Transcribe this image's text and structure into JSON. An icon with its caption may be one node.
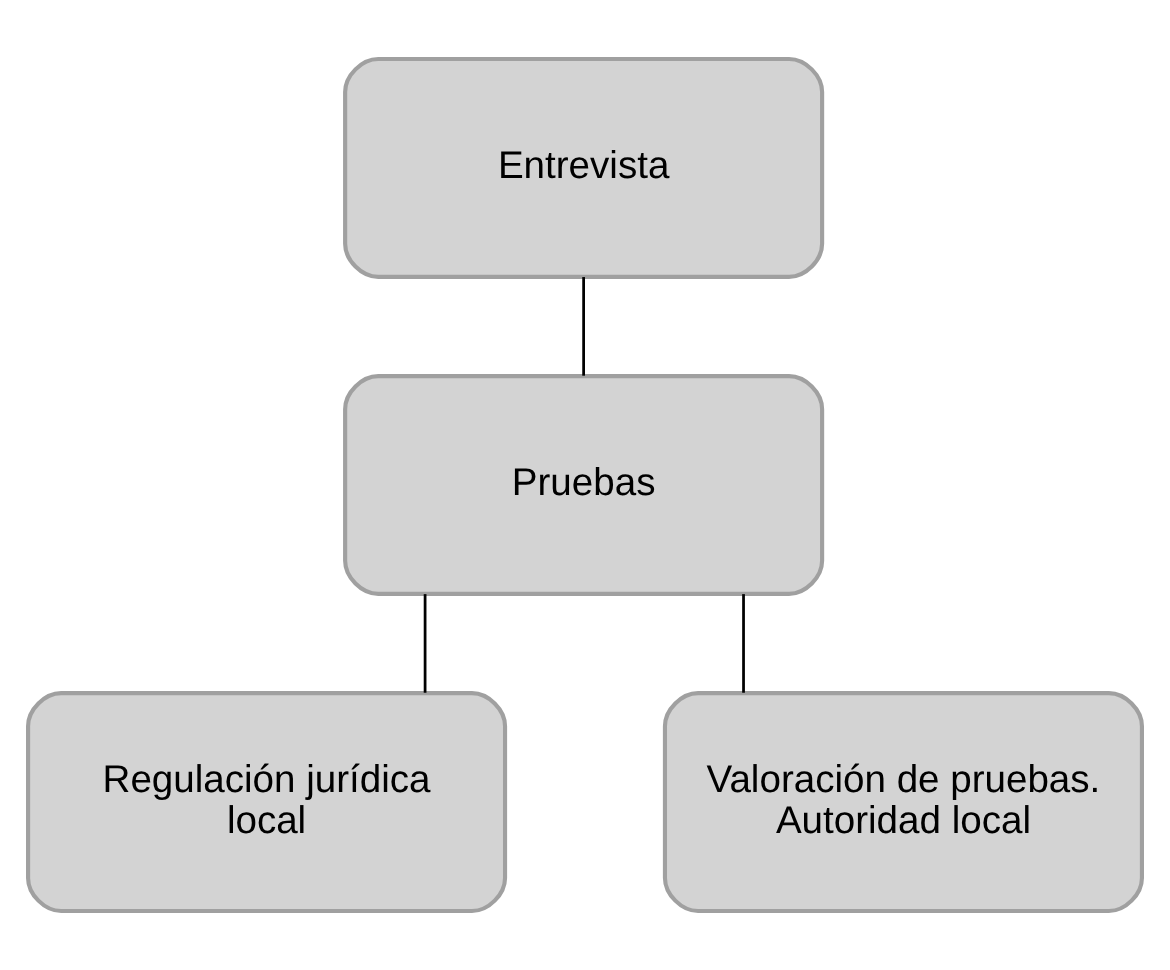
{
  "diagram": {
    "nodes": [
      {
        "text": [
          "Entrevista"
        ]
      },
      {
        "text": [
          "Pruebas"
        ]
      },
      {
        "text": [
          "Regulación jurídica local"
        ]
      },
      {
        "text": [
          "Valoración de pruebas. Autoridad local"
        ]
      }
    ],
    "edges": [
      {
        "from": 0,
        "to": 1,
        "arrow": "none"
      },
      {
        "from": 1,
        "to": 2,
        "arrow": "none"
      },
      {
        "from": 1,
        "to": 3,
        "arrow": "none"
      }
    ]
  }
}
